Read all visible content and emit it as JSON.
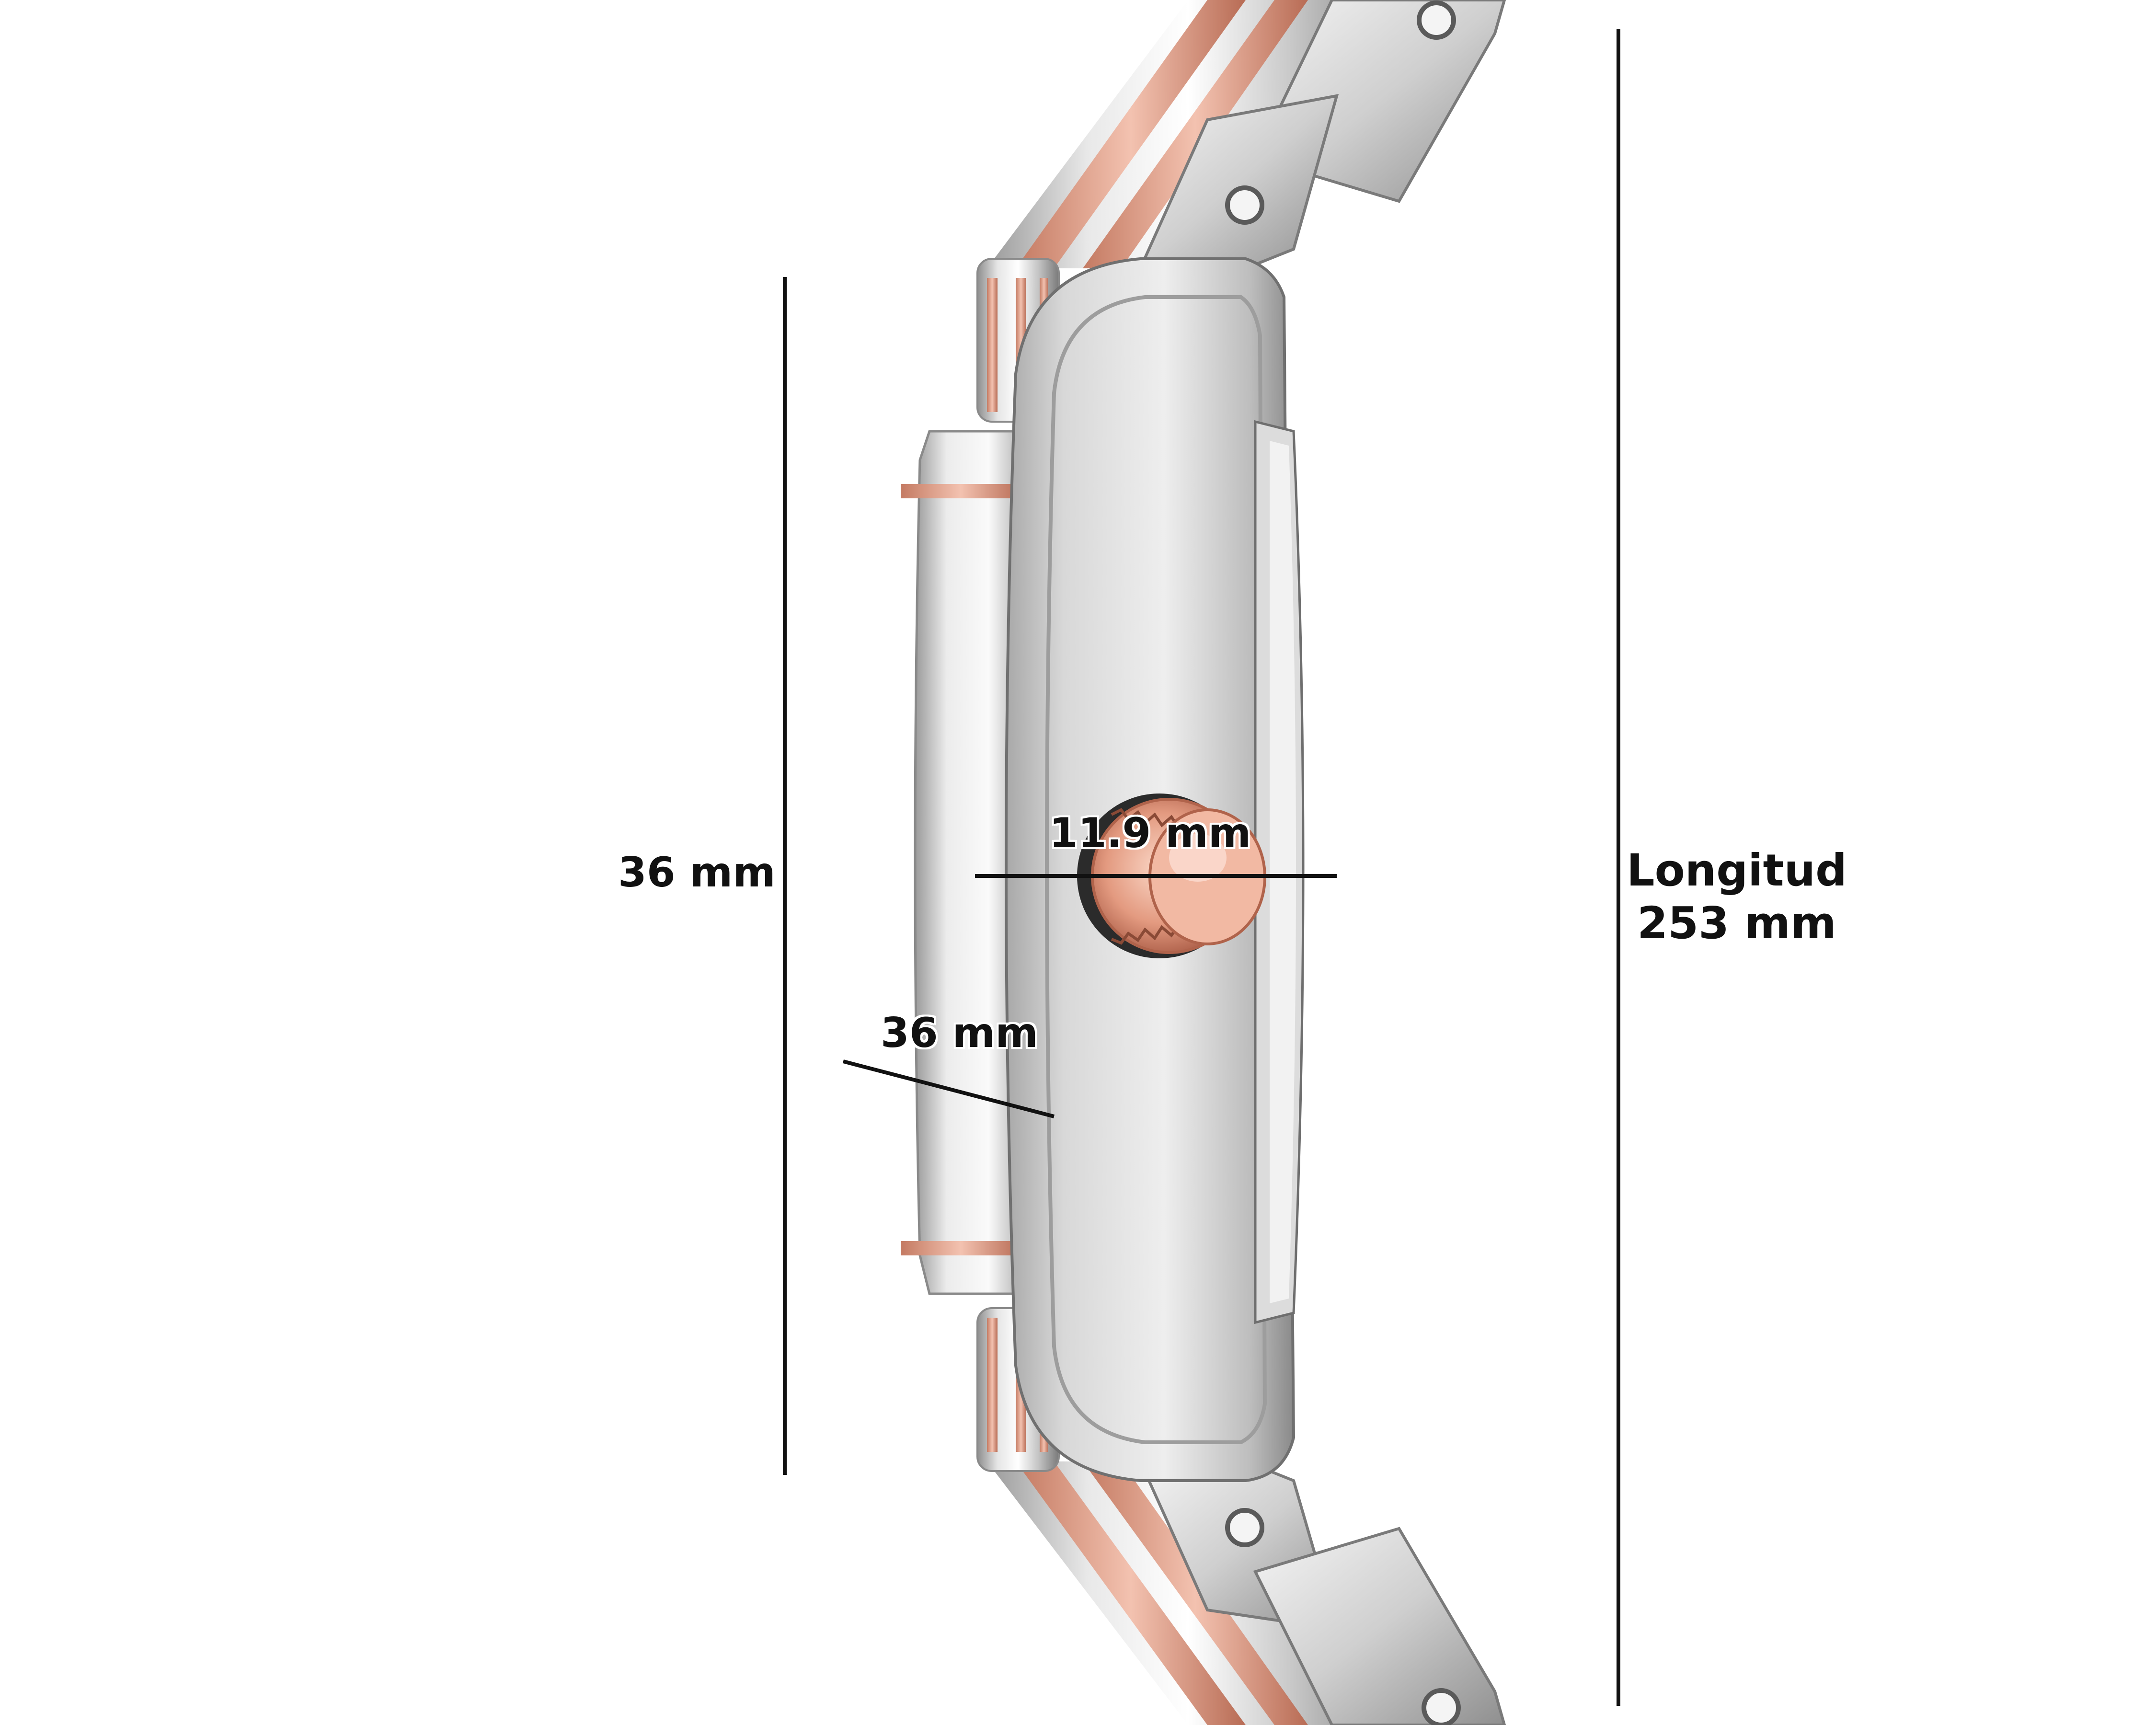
{
  "product": {
    "description": "watch-side-view",
    "colors": {
      "steel": "#c9c9c9",
      "rose_gold": "#e8a58c",
      "dimension_line": "#111111",
      "background": "#ffffff"
    }
  },
  "dimensions": {
    "case_height": "36 mm",
    "case_width": "36 mm",
    "case_thickness": "11.9 mm",
    "length_title": "Longitud",
    "length_value": "253 mm"
  }
}
